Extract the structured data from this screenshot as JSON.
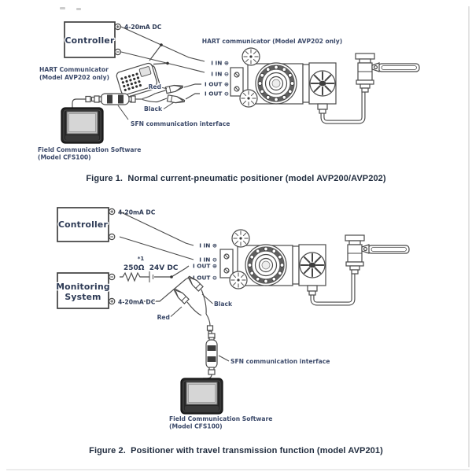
{
  "figure1": {
    "caption": "Figure 1.  Normal current-pneumatic positioner (model AVP200/AVP202)",
    "controller_label": "Controller",
    "dc_label": "4-20mA DC",
    "hart_device_label_1": "HART Communicator",
    "hart_device_label_2": "(Model AVP202 only)",
    "hart_top_label": "HART communicator (Model AVP202 only)",
    "terminals": [
      "I IN ⊕",
      "I IN ⊖",
      "I OUT ⊕",
      "I OUT ⊖"
    ],
    "wire_red": "Red",
    "wire_black": "Black",
    "sfn_label": "SFN communication interface",
    "fcs_label_1": "Field Communication Software",
    "fcs_label_2": "(Model CFS100)"
  },
  "figure2": {
    "caption": "Figure 2.  Positioner with travel transmission function (model AVP201)",
    "controller_label": "Controller",
    "monitoring_label_1": "Monitoring",
    "monitoring_label_2": "System",
    "dc_label_top": "4-20mA DC",
    "dc_label_bottom": "4-20mA DC",
    "note_marker": "*1",
    "load_label": "250Ω  24V DC",
    "terminals": [
      "I IN ⊕",
      "I IN ⊖",
      "I OUT ⊕",
      "I OUT ⊖"
    ],
    "wire_red": "Red",
    "wire_black": "Black",
    "sfn_label": "SFN communication interface",
    "fcs_label_1": "Field Communication Software",
    "fcs_label_2": "(Model CFS100)"
  },
  "colors": {
    "label": "#3c4a6a",
    "strong": "#2d3a55",
    "caption": "#1f2b3d",
    "line": "#4a4a4a"
  }
}
